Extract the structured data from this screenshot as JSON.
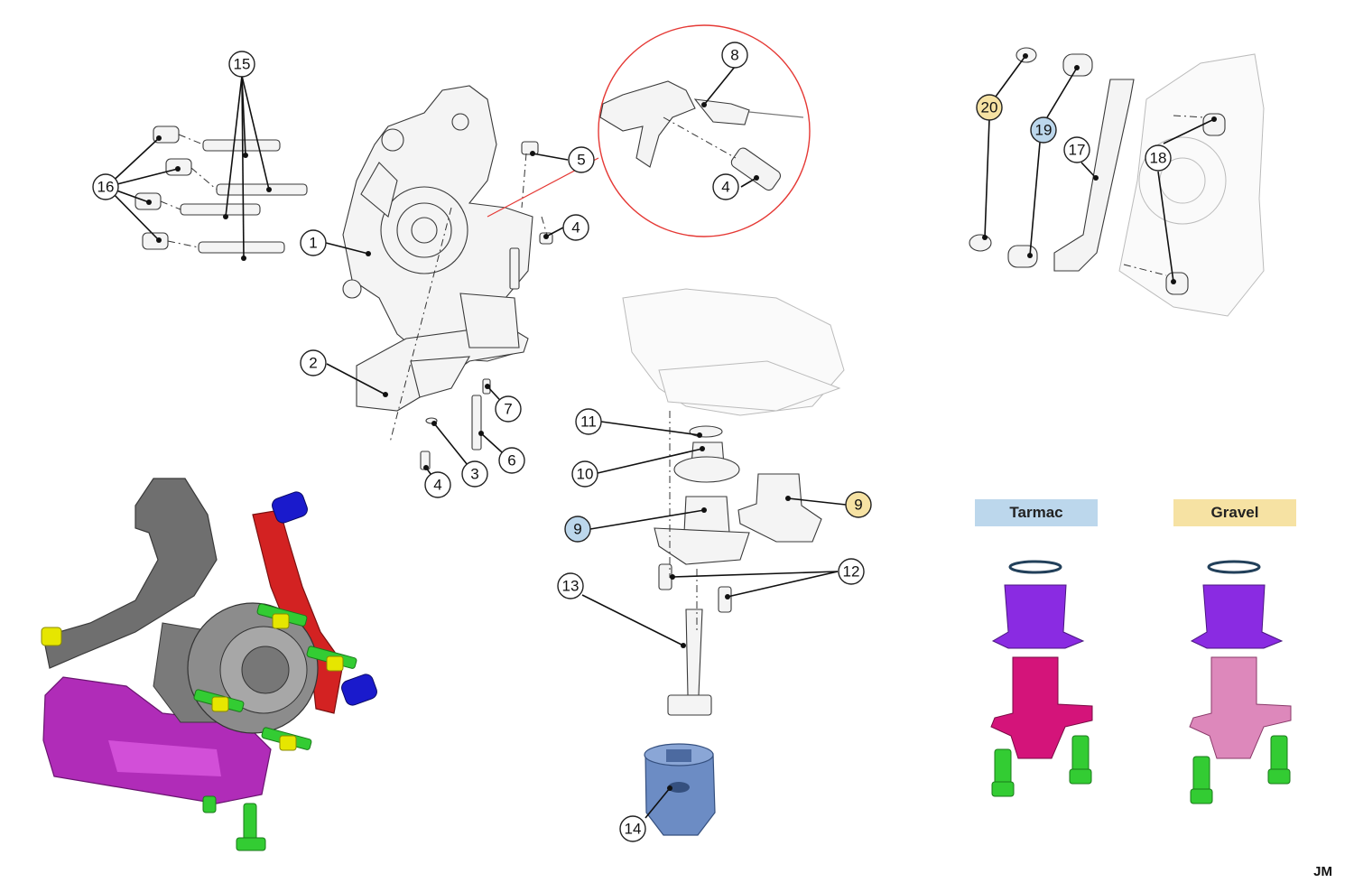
{
  "callouts": [
    "1",
    "2",
    "3",
    "4",
    "5",
    "6",
    "7",
    "8",
    "9",
    "10",
    "11",
    "12",
    "13",
    "14",
    "15",
    "16",
    "17",
    "18",
    "19",
    "20"
  ],
  "variants": {
    "tarmac": {
      "label": "Tarmac",
      "color": "#bcd7ec"
    },
    "gravel": {
      "label": "Gravel",
      "color": "#f6e2a3"
    }
  },
  "highlight_colors": {
    "tarmac_callout": "#bcd7ec",
    "gravel_callout": "#f6e2a3"
  },
  "detail_circle_color": "#e53935",
  "render_colors": {
    "knuckle": "#6f6f6f",
    "bracket": "#b02cb8",
    "caliper_mount": "#d32222",
    "studs": "#33cc33",
    "nuts": "#e6e600",
    "fittings": "#1a1acc",
    "tool": "#6c8cc4",
    "bushing": "#8a2be2",
    "tarmac_housing": "#d4147a",
    "gravel_housing": "#dd88bb"
  },
  "author_initials": "JM"
}
